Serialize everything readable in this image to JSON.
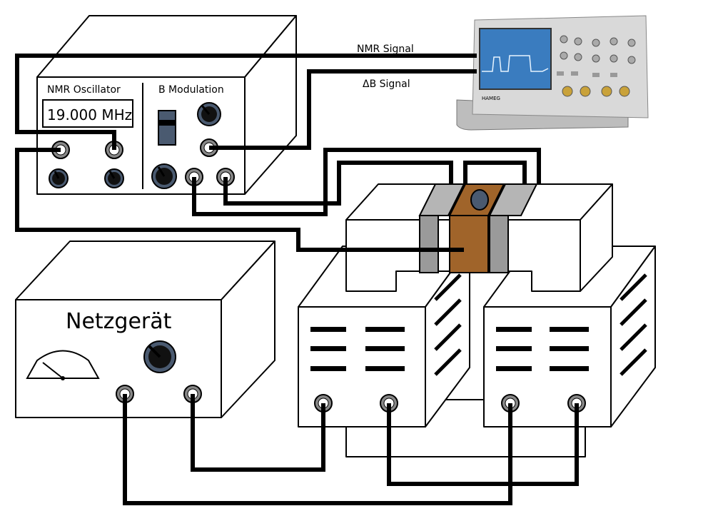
{
  "oscillator": {
    "title_left": "NMR Oscillator",
    "title_right": "B Modulation",
    "frequency_display": "19.000 MHz"
  },
  "power_supply": {
    "title": "Netzgerät"
  },
  "signals": {
    "nmr_signal": "NMR Signal",
    "delta_b_signal": "ΔB Signal"
  },
  "scope": {
    "brand": "HAMEG"
  },
  "colors": {
    "sample_brown": "#a0642a",
    "pole_gray": "#9a9a9a",
    "knob_blue": "#4a5a70",
    "knob_dark": "#111111",
    "scope_screen": "#3a7cbf",
    "scope_body": "#d9d9d9"
  }
}
